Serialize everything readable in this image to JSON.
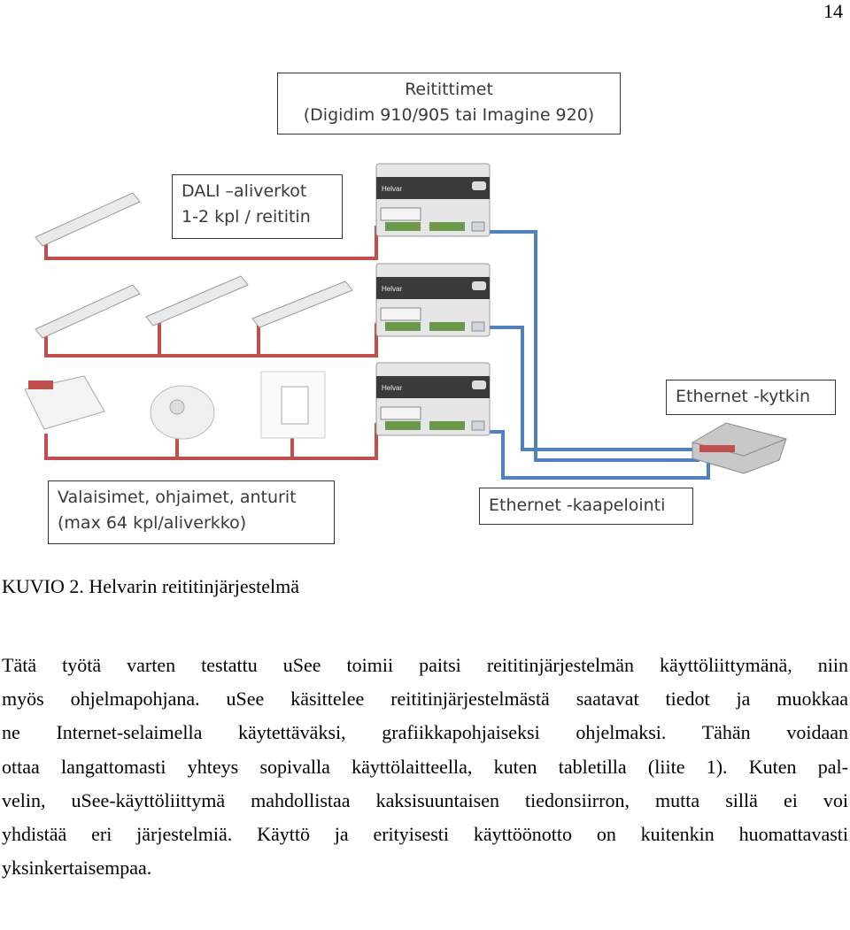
{
  "page_number": "14",
  "diagram": {
    "routers_label": [
      "Reitittimet",
      "(Digidim 910/905 tai Imagine 920)"
    ],
    "dali_label": [
      "DALI –aliverkot",
      "1-2 kpl / reititin"
    ],
    "ethernet_switch_label": "Ethernet -kytkin",
    "fixtures_label": [
      "Valaisimet, ohjaimet, anturit",
      "(max 64 kpl/aliverkko)"
    ],
    "ethernet_cabling_label": "Ethernet -kaapelointi",
    "router_brand": "Helvar",
    "colors": {
      "dali_cable": "#c0504d",
      "ethernet_cable": "#4f81bd"
    }
  },
  "caption": "KUVIO 2. Helvarin reititinjärjestelmä",
  "paragraph_lines": [
    "Tätä työtä varten testattu uSee toimii paitsi reititinjärjestelmän käyttöliittymänä, niin",
    "myös ohjelmapohjana. uSee käsittelee reititinjärjestelmästä saatavat tiedot ja muokkaa",
    "ne Internet-selaimella käytettäväksi, grafiikkapohjaiseksi ohjelmaksi. Tähän voidaan",
    "ottaa langattomasti yhteys sopivalla käyttölaitteella, kuten tabletilla (liite 1). Kuten pal-",
    "velin, uSee-käyttöliittymä mahdollistaa kaksisuuntaisen tiedonsiirron, mutta sillä ei voi",
    "yhdistää eri järjestelmiä. Käyttö ja erityisesti käyttöönotto on kuitenkin huomattavasti",
    "yksinkertaisempaa."
  ]
}
